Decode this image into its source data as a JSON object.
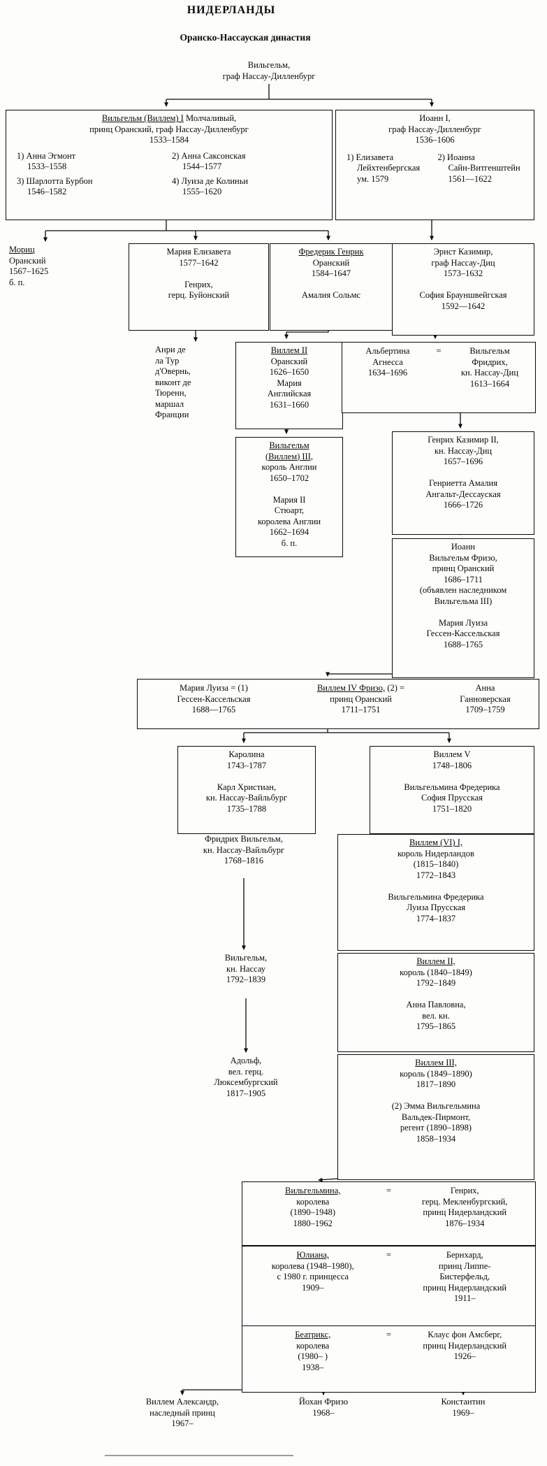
{
  "page": {
    "title": "НИДЕРЛАНДЫ",
    "subtitle": "Оранско-Нассауская династия"
  },
  "nodes": {
    "root": {
      "b": "Вильгельм,\nграф Нассау-Дилленбург"
    },
    "willem1": {
      "u": "Вильгельм (Виллем) I",
      "t": " Молчаливый,",
      "b": "\nпринц Оранский, граф Нассау-Дилленбург\n1533–1584",
      "wives": [
        "1) Анна Эгмонт\n1533–1558",
        "2) Анна Саксонская\n1544–1577",
        "3) Шарлотта Бурбон\n1546–1582",
        "4) Луиза де Колиньи\n1555–1620"
      ]
    },
    "ioann1": {
      "b": "Иоанн I,\nграф Нассау-Дилленбург\n1536–1606",
      "wives": [
        "1) Елизавета\nЛейхтенбергская\nум. 1579",
        "2) Иоанна\nСайн-Витгенштейн\n1561—1622"
      ]
    },
    "moritz": {
      "u": "Мориц",
      "b": "\nОранский\n1567–1625\nб. п."
    },
    "maria_elizaveta": {
      "b": "Мария Елизавета\n1577–1642\n\nГенрих,\nгерц. Буйонский"
    },
    "frederik_henrik": {
      "u": "Фредерик Генрик",
      "b": "\nОранский\n1584–1647\n\nАмалия Сольмс"
    },
    "ernst_kazimir": {
      "b": "Эрнст Казимир,\nграф Нассау-Диц\n1573–1632\n\nСофия Брауншвейгская\n1592—1642"
    },
    "henri": {
      "b": "Анри де\nла Тур\nд'Овернь,\nвиконт де\nТюренн,\nмаршал\nФранции"
    },
    "willem2": {
      "u": "Виллем II",
      "b": "\nОранский\n1626–1650\nМария\nАнглийская\n1631–1660"
    },
    "albertina": {
      "left": {
        "b": "Альбертина\nАгнесса\n1634–1696"
      },
      "eq": "=",
      "right": {
        "b": "Вильгельм\nФридрих,\nкн. Нассау-Диц\n1613–1664"
      }
    },
    "willem3": {
      "u": "Вильгельм\n(Виллем) III,",
      "b": "\nкороль Англии\n1650–1702\n\nМария II\nСтюарт,\nкоролева Англии\n1662–1694\nб. п."
    },
    "heinrich_kazimir2": {
      "b": "Генрих Казимир II,\nкн. Нассау-Диц\n1657–1696\n\nГенриетта Амалия\nАнгальт-Дессауская\n1666–1726"
    },
    "ioann_wilhelm_frizo": {
      "b": "Иоанн\nВильгельм Фризо,\nпринц Оранский\n1686–1711\n(объявлен наследником\nВильгельма III)\n\nМария Луиза\nГессен-Кассельская\n1688–1765"
    },
    "willem4_row": {
      "col1": {
        "b": "Мария Луиза  = (1)\nГессен-Кассельская\n1688—1765"
      },
      "col2": {
        "u": "Виллем IV Фризо,",
        "t": " (2) =",
        "b": "\nпринц Оранский\n1711–1751"
      },
      "col3": {
        "b": "Анна\nГанноверская\n1709–1759"
      }
    },
    "karolina": {
      "b": "Каролина\n1743–1787\n\nКарл Христиан,\nкн. Нассау-Вайльбург\n1735–1788"
    },
    "willem5": {
      "b": "Виллем V\n1748–1806\n\nВильгельмина Фредерика\nСофия Прусская\n1751–1820"
    },
    "fridrih_wilhelm": {
      "b": "Фридрих Вильгельм,\nкн. Нассау-Вайльбург\n1768–1816"
    },
    "willem6_1": {
      "u": "Виллем (VI) I,",
      "b": "\nкороль Нидерландов\n(1815–1840)\n1772–1843\n\nВильгельмина Фредерика\nЛуиза Прусская\n1774–1837"
    },
    "wilhelm_nassau": {
      "b": "Вильгельм,\nкн. Нассау\n1792–1839"
    },
    "willem2_king": {
      "u": "Виллем II,",
      "b": "\nкороль (1840–1849)\n1792–1849\n\nАнна Павловна,\nвел. кн.\n1795–1865"
    },
    "adolf": {
      "b": "Адольф,\nвел. герц.\nЛюксембургский\n1817–1905"
    },
    "willem3_king": {
      "u": "Виллем III,",
      "b": "\nкороль (1849–1890)\n1817–1890\n\n(2) Эмма Вильгельмина\nВальдек-Пирмонт,\nрегент (1890–1898)\n1858–1934"
    },
    "wilhelmina": {
      "left": {
        "u": "Вильгельмина,",
        "b": "\nкоролева\n(1890–1948)\n1880–1962"
      },
      "eq": "=",
      "right": {
        "b": "Генрих,\nгерц. Мекленбургский,\nпринц Нидерландский\n1876–1934"
      }
    },
    "juliana": {
      "left": {
        "u": "Юлиана,",
        "b": "\nкоролева (1948–1980),\nс 1980 г. принцесса\n1909–"
      },
      "eq": "=",
      "right": {
        "b": "Бернхард,\nпринц Липпе-\nБистерфельд,\nпринц Нидерландский\n1911–"
      }
    },
    "beatrix": {
      "left": {
        "u": "Беатрикс,",
        "b": "\nкоролева\n(1980– )\n1938–"
      },
      "eq": "=",
      "right": {
        "b": "Клаус фон Амсберг,\nпринц Нидерландский\n1926–"
      }
    },
    "willem_alexander": {
      "b": "Виллем Александр,\nнаследный принц\n1967–"
    },
    "iohan_frizo": {
      "b": "Йохан Фризо\n1968–"
    },
    "konstantin": {
      "b": "Константин\n1969–"
    }
  }
}
